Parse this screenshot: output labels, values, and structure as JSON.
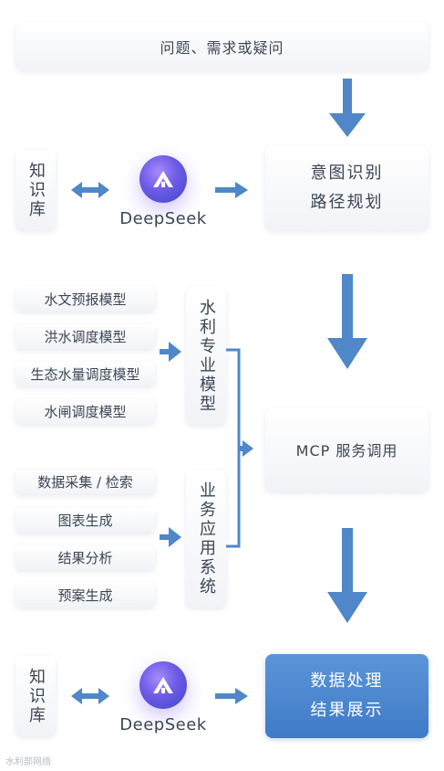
{
  "top": {
    "question": "问题、需求或疑问"
  },
  "row1": {
    "kb_label": "知识库",
    "deepseek_label": "DeepSeek",
    "intent_line1": "意图识别",
    "intent_line2": "路径规划"
  },
  "models": {
    "items": [
      "水文预报模型",
      "洪水调度模型",
      "生态水量调度模型",
      "水闸调度模型"
    ],
    "group_label": "水利专业模型"
  },
  "systems": {
    "items": [
      "数据采集 / 检索",
      "图表生成",
      "结果分析",
      "预案生成"
    ],
    "group_label": "业务应用系统"
  },
  "mcp": {
    "label": "MCP 服务调用"
  },
  "row_bottom": {
    "kb_label": "知识库",
    "deepseek_label": "DeepSeek",
    "result_line1": "数据处理",
    "result_line2": "结果展示"
  },
  "watermark": "水利部网络",
  "colors": {
    "arrow": "#4f87c8",
    "result_fill": "#4a86cd",
    "logo_purple": "#6d5ae6"
  }
}
